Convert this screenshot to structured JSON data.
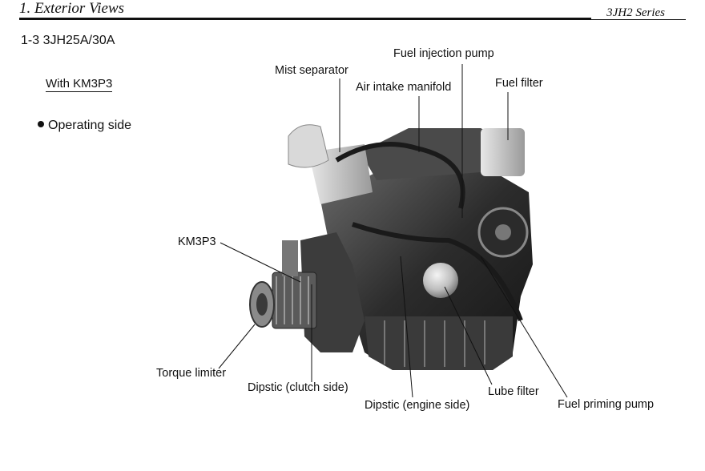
{
  "header": {
    "section": "1. Exterior Views",
    "series": "3JH2 Series"
  },
  "page": {
    "title": "1-3   3JH25A/30A",
    "subtitle": "With KM3P3",
    "bullet": "Operating side"
  },
  "labels": {
    "fuel_injection_pump": "Fuel injection pump",
    "mist_separator": "Mist separator",
    "air_intake_manifold": "Air intake manifold",
    "fuel_filter": "Fuel filter",
    "km3p3": "KM3P3",
    "torque_limiter": "Torque limiter",
    "dipstic_clutch": "Dipstic (clutch side)",
    "dipstic_engine": "Dipstic (engine side)",
    "lube_filter": "Lube filter",
    "fuel_priming_pump": "Fuel priming pump"
  }
}
